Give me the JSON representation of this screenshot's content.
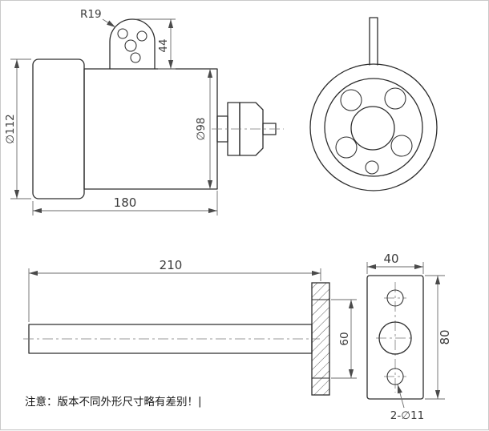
{
  "note": {
    "text": "注意：版本不同外形尺寸略有差别！",
    "cursor": "|"
  },
  "drawing": {
    "side_view": {
      "dims": {
        "bracket_radius": "R19",
        "bracket_offset": "44",
        "cap_diameter": "∅112",
        "body_diameter": "∅98",
        "body_length": "180"
      }
    },
    "probe_view": {
      "dims": {
        "probe_length": "210",
        "flange_spacing": "60"
      }
    },
    "plate_view": {
      "dims": {
        "plate_width": "40",
        "plate_height": "80",
        "hole_callout": "2-∅11"
      }
    }
  }
}
